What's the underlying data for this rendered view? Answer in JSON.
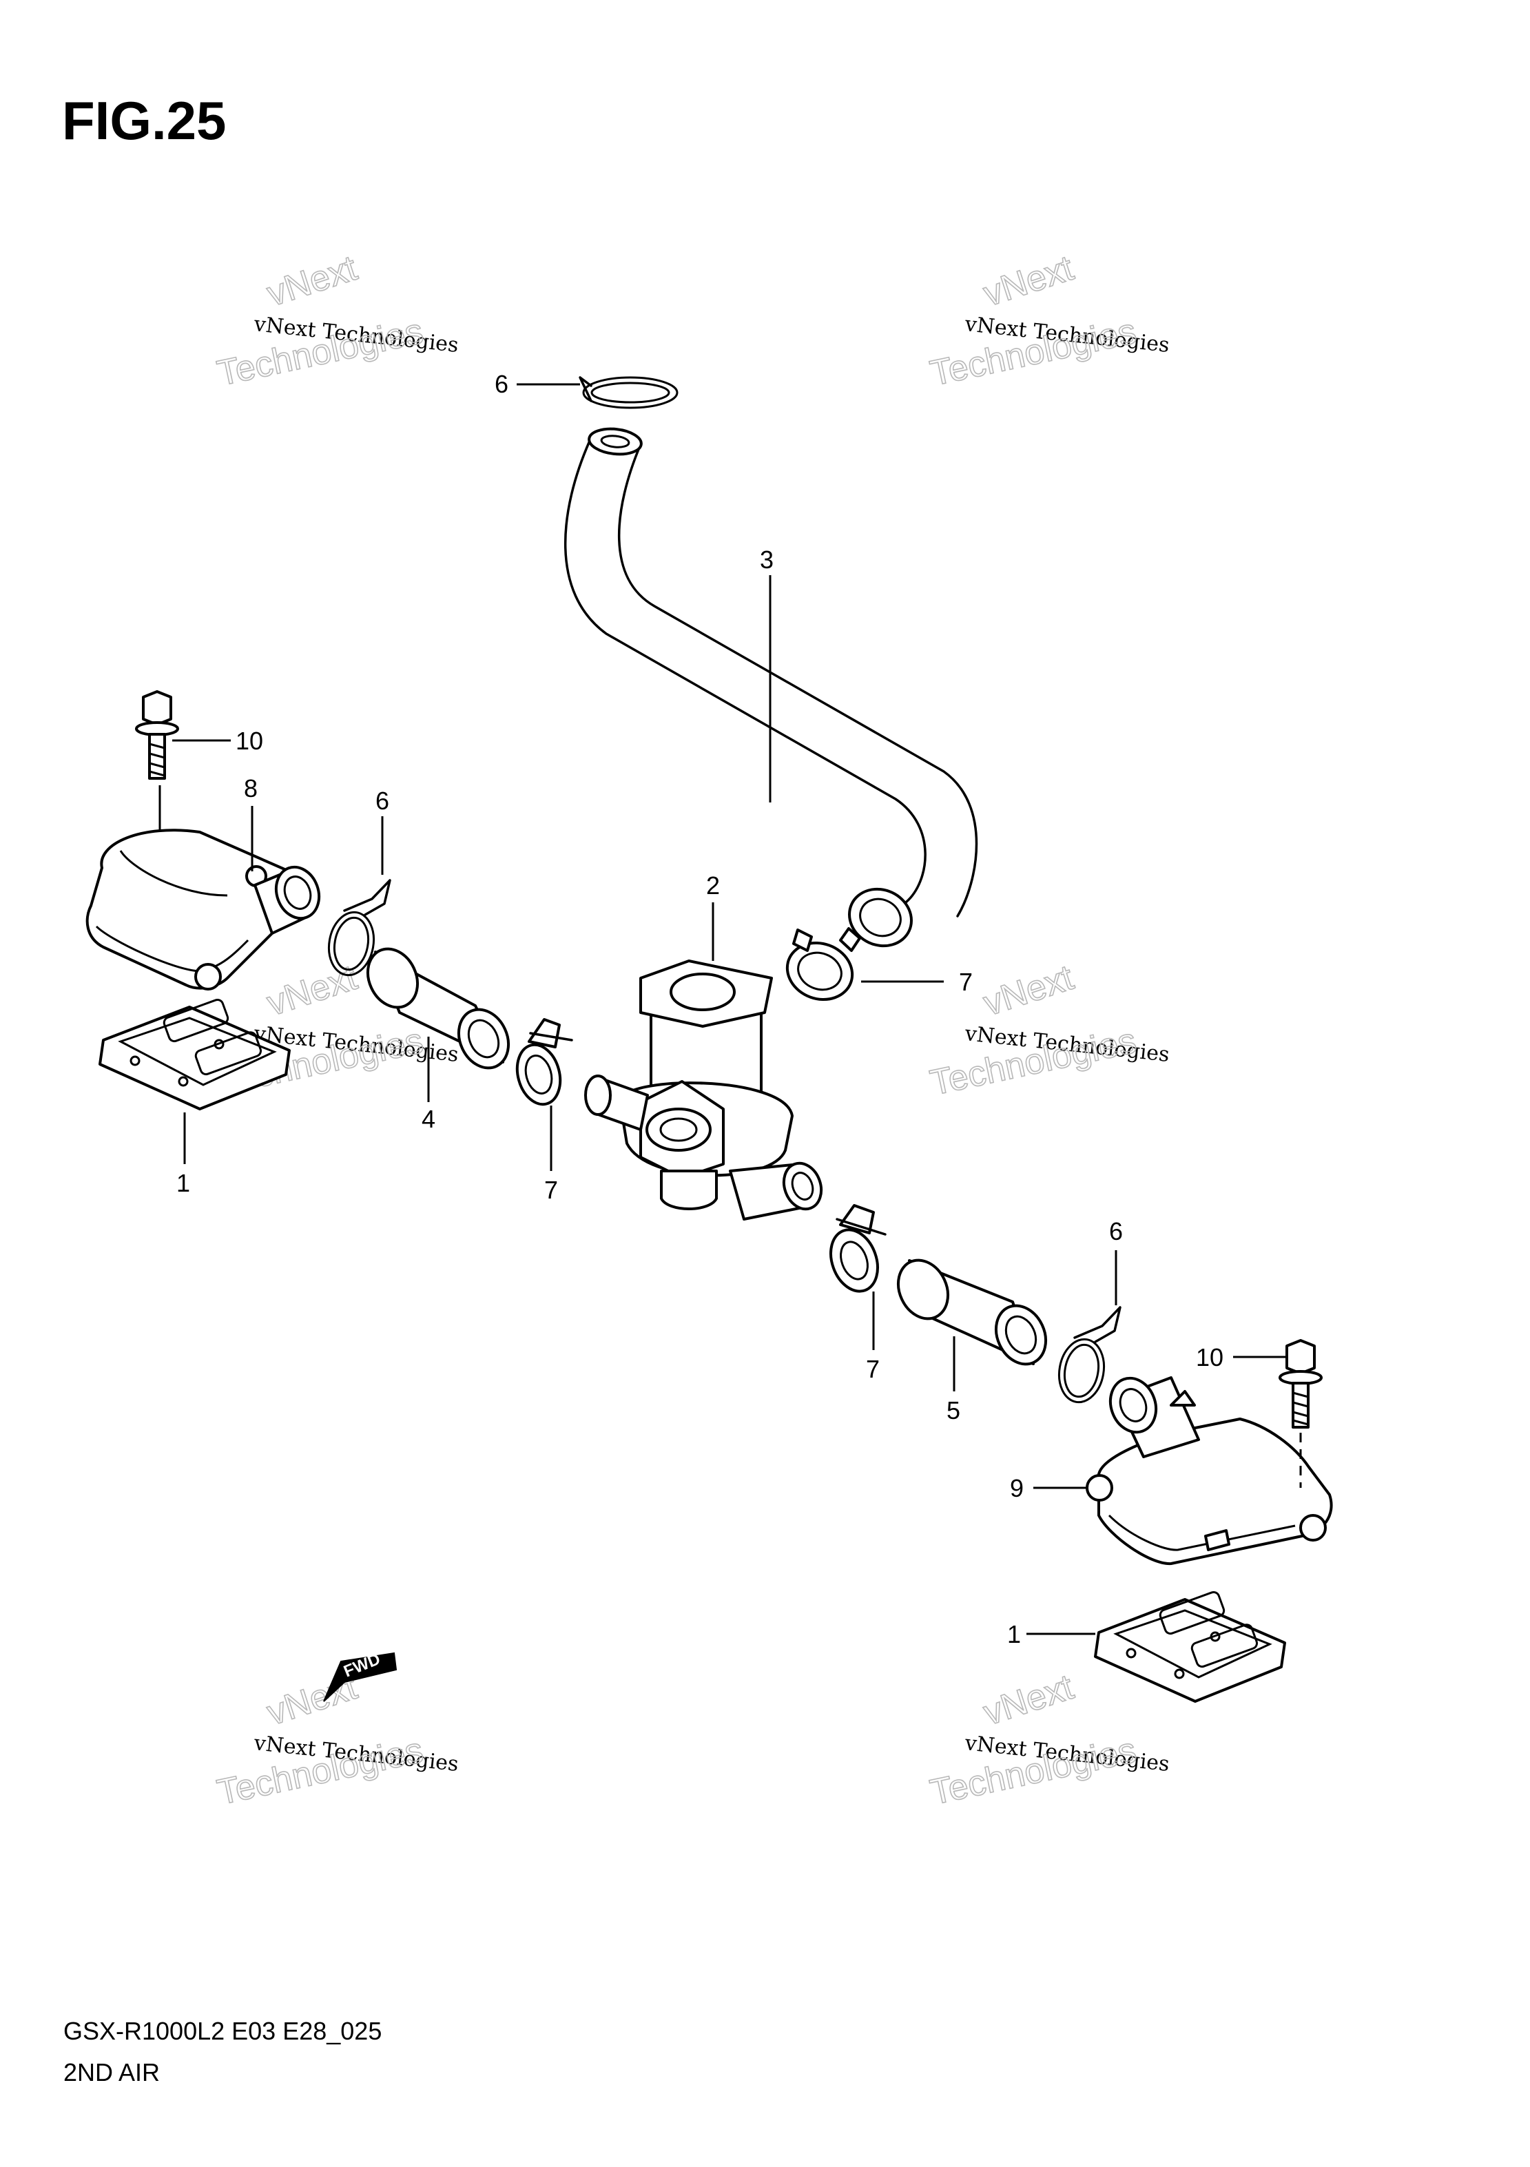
{
  "figure": {
    "title": "FIG.25",
    "model_code": "GSX-R1000L2 E03 E28_025",
    "section": "2ND AIR"
  },
  "watermark": {
    "line_small": "vNext Technologies",
    "line_a": "vNext",
    "line_b": "Technologies"
  },
  "fwd_label": "FWD",
  "callouts": {
    "c1_left": "1",
    "c1_right": "1",
    "c2": "2",
    "c3": "3",
    "c4": "4",
    "c5": "5",
    "c6_top": "6",
    "c6_left": "6",
    "c6_right": "6",
    "c7_upper": "7",
    "c7_left": "7",
    "c7_lower": "7",
    "c8": "8",
    "c9": "9",
    "c10_left": "10",
    "c10_right": "10"
  }
}
